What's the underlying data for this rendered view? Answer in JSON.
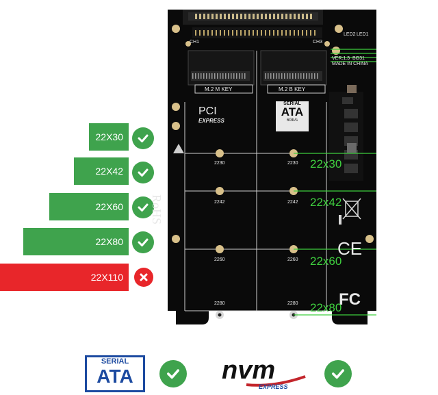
{
  "colors": {
    "green": "#3fa34d",
    "red": "#e8262a",
    "board": "#0a0a0a",
    "label_green": "#3fcf3f"
  },
  "bars": [
    {
      "label": "22X30",
      "color": "#3fa34d",
      "supported": true
    },
    {
      "label": "22X42",
      "color": "#3fa34d",
      "supported": true
    },
    {
      "label": "22X60",
      "color": "#3fa34d",
      "supported": true
    },
    {
      "label": "22X80",
      "color": "#3fa34d",
      "supported": true
    },
    {
      "label": "22X110",
      "color": "#e8262a",
      "supported": false
    }
  ],
  "board": {
    "slot_left_label": "M.2 M KEY",
    "slot_right_label": "M.2 B KEY",
    "pci_logo": "PCI",
    "pci_logo_sub": "EXPRESS",
    "sata_logo_top": "SERIAL",
    "sata_logo_main": "ATA",
    "sata_logo_sub": "6Gb/s",
    "rohs": "RoHS",
    "ce": "CE",
    "fc": "FC",
    "ver": "VER:1.3",
    "ver2": "BG31",
    "made": "MADE IN CHINA",
    "led1": "LED2",
    "led2": "LED1",
    "ch1": "CH1",
    "ch3": "CH3",
    "hole_labels": [
      "2230",
      "2230",
      "2242",
      "2242",
      "2260",
      "2260",
      "2280",
      "2280"
    ]
  },
  "green_labels": [
    "22x30",
    "22x42",
    "22x60",
    "22x80"
  ],
  "bottom_logos": {
    "sata_top": "SERIAL",
    "sata_main": "ATA",
    "nvm": "nvm",
    "express": "EXPRESS"
  }
}
